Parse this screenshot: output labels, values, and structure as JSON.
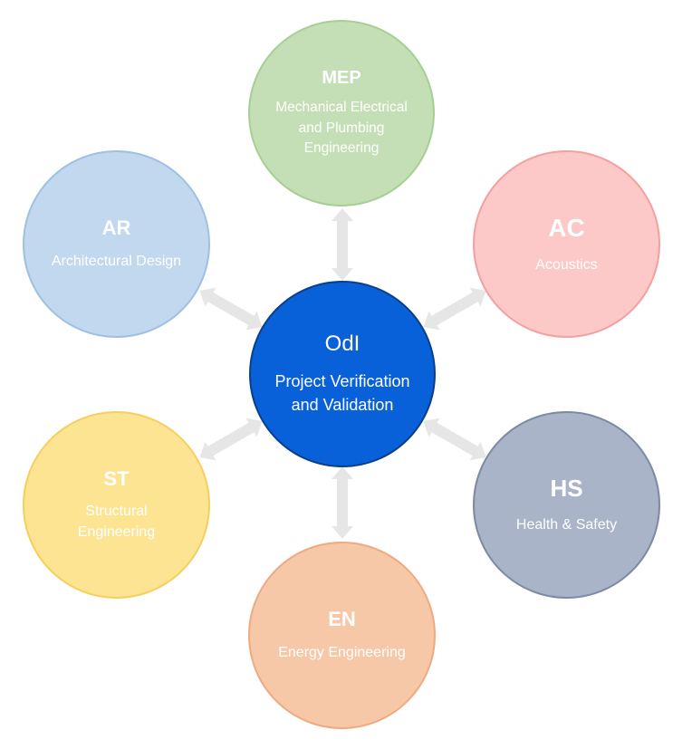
{
  "colors": {
    "center_fill": "#0961d9",
    "mep_fill": "#c4dfb6",
    "ar_fill": "#c2d8ee",
    "ac_fill": "#fdc8c8",
    "st_fill": "#fde493",
    "hs_fill": "#a9b4c9",
    "en_fill": "#f7c8a8",
    "arrow_fill": "#e6e6e6"
  },
  "center": {
    "abbr": "OdI",
    "full": "Project Verification and Validation"
  },
  "nodes": {
    "mep": {
      "abbr": "MEP",
      "full": "Mechanical Electrical and Plumbing Engineering"
    },
    "ar": {
      "abbr": "AR",
      "full": "Architectural Design"
    },
    "ac": {
      "abbr": "AC",
      "full": "Acoustics"
    },
    "st": {
      "abbr": "ST",
      "full": "Structural Engineering"
    },
    "hs": {
      "abbr": "HS",
      "full": "Health & Safety"
    },
    "en": {
      "abbr": "EN",
      "full": "Energy Engineering"
    }
  }
}
